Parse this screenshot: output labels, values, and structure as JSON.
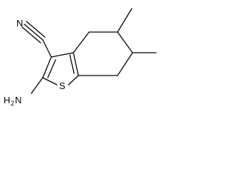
{
  "labels": {
    "nitrile_n": "N",
    "sulfur": "S",
    "amino_h": "H",
    "amino_sub": "2",
    "amino_n": "N"
  },
  "colors": {
    "bond": "#000000",
    "background": "#ffffff"
  }
}
